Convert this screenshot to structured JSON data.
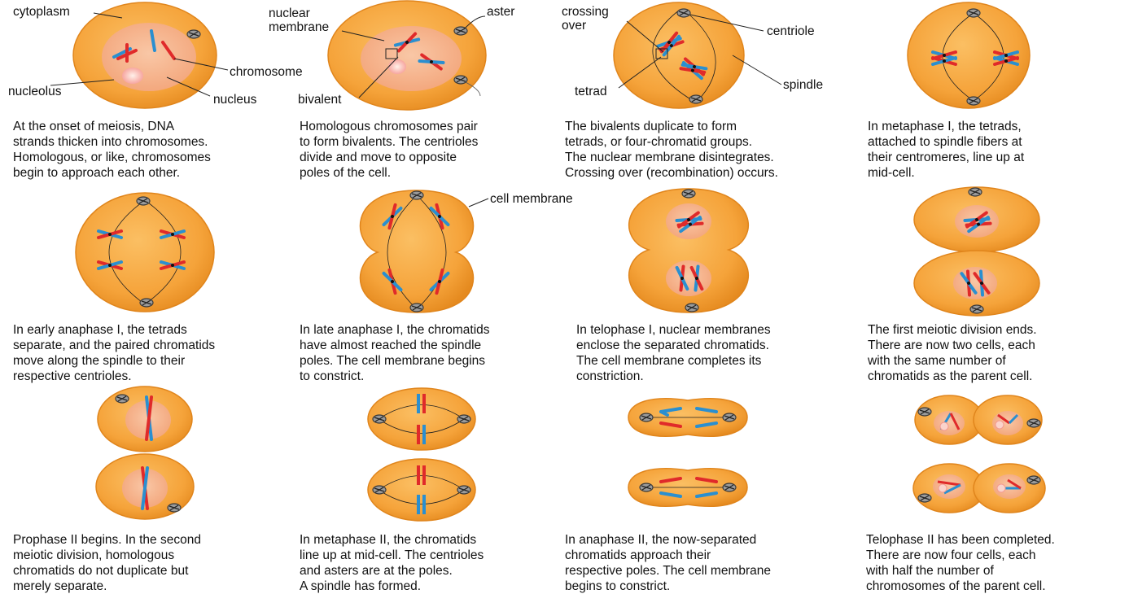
{
  "labels": {
    "cytoplasm": "cytoplasm",
    "nucleolus": "nucleolus",
    "chromosome": "chromosome",
    "nucleus": "nucleus",
    "nuclear_membrane": "nuclear\nmembrane",
    "aster": "aster",
    "bivalent": "bivalent",
    "crossing_over": "crossing\nover",
    "centriole": "centriole",
    "tetrad": "tetrad",
    "spindle": "spindle",
    "cell_membrane": "cell membrane"
  },
  "captions": [
    "At the onset of meiosis, DNA\nstrands thicken into chromosomes.\nHomologous, or like, chromosomes\nbegin to approach each other.",
    "Homologous chromosomes pair\nto form bivalents. The centrioles\ndivide and move to opposite\npoles of the cell.",
    "The bivalents duplicate to form\ntetrads, or four-chromatid groups.\nThe nuclear membrane disintegrates.\nCrossing over (recombination) occurs.",
    "In metaphase I, the tetrads,\nattached to spindle fibers at\ntheir centromeres, line up at\nmid-cell.",
    "In early anaphase I, the tetrads\nseparate, and the paired chromatids\nmove along the spindle to their\nrespective centrioles.",
    "In late anaphase I, the chromatids\nhave almost reached the spindle\npoles. The cell membrane begins\nto constrict.",
    "In telophase I, nuclear membranes\nenclose the separated chromatids.\nThe cell membrane completes its\nconstriction.",
    "The first meiotic division ends.\nThere are now two cells, each\nwith the same number of\nchromatids as the parent cell.",
    "Prophase II begins. In the second\nmeiotic division, homologous\nchromatids do not duplicate but\nmerely separate.",
    "In metaphase II, the chromatids\nline up at mid-cell. The centrioles\nand asters are at the poles.\nA spindle has formed.",
    "In anaphase II, the now-separated\nchromatids approach their\nrespective poles. The cell membrane\nbegins to constrict.",
    "Telophase II has been completed.\nThere are now four cells, each\nwith half the number of\nchromosomes of the parent cell."
  ],
  "colors": {
    "cell": "#f5a33a",
    "cell_edge": "#e58a1f",
    "nucleus": "#f7b07a",
    "chromosome_red": "#e02a2a",
    "chromosome_blue": "#2a8fd0"
  }
}
